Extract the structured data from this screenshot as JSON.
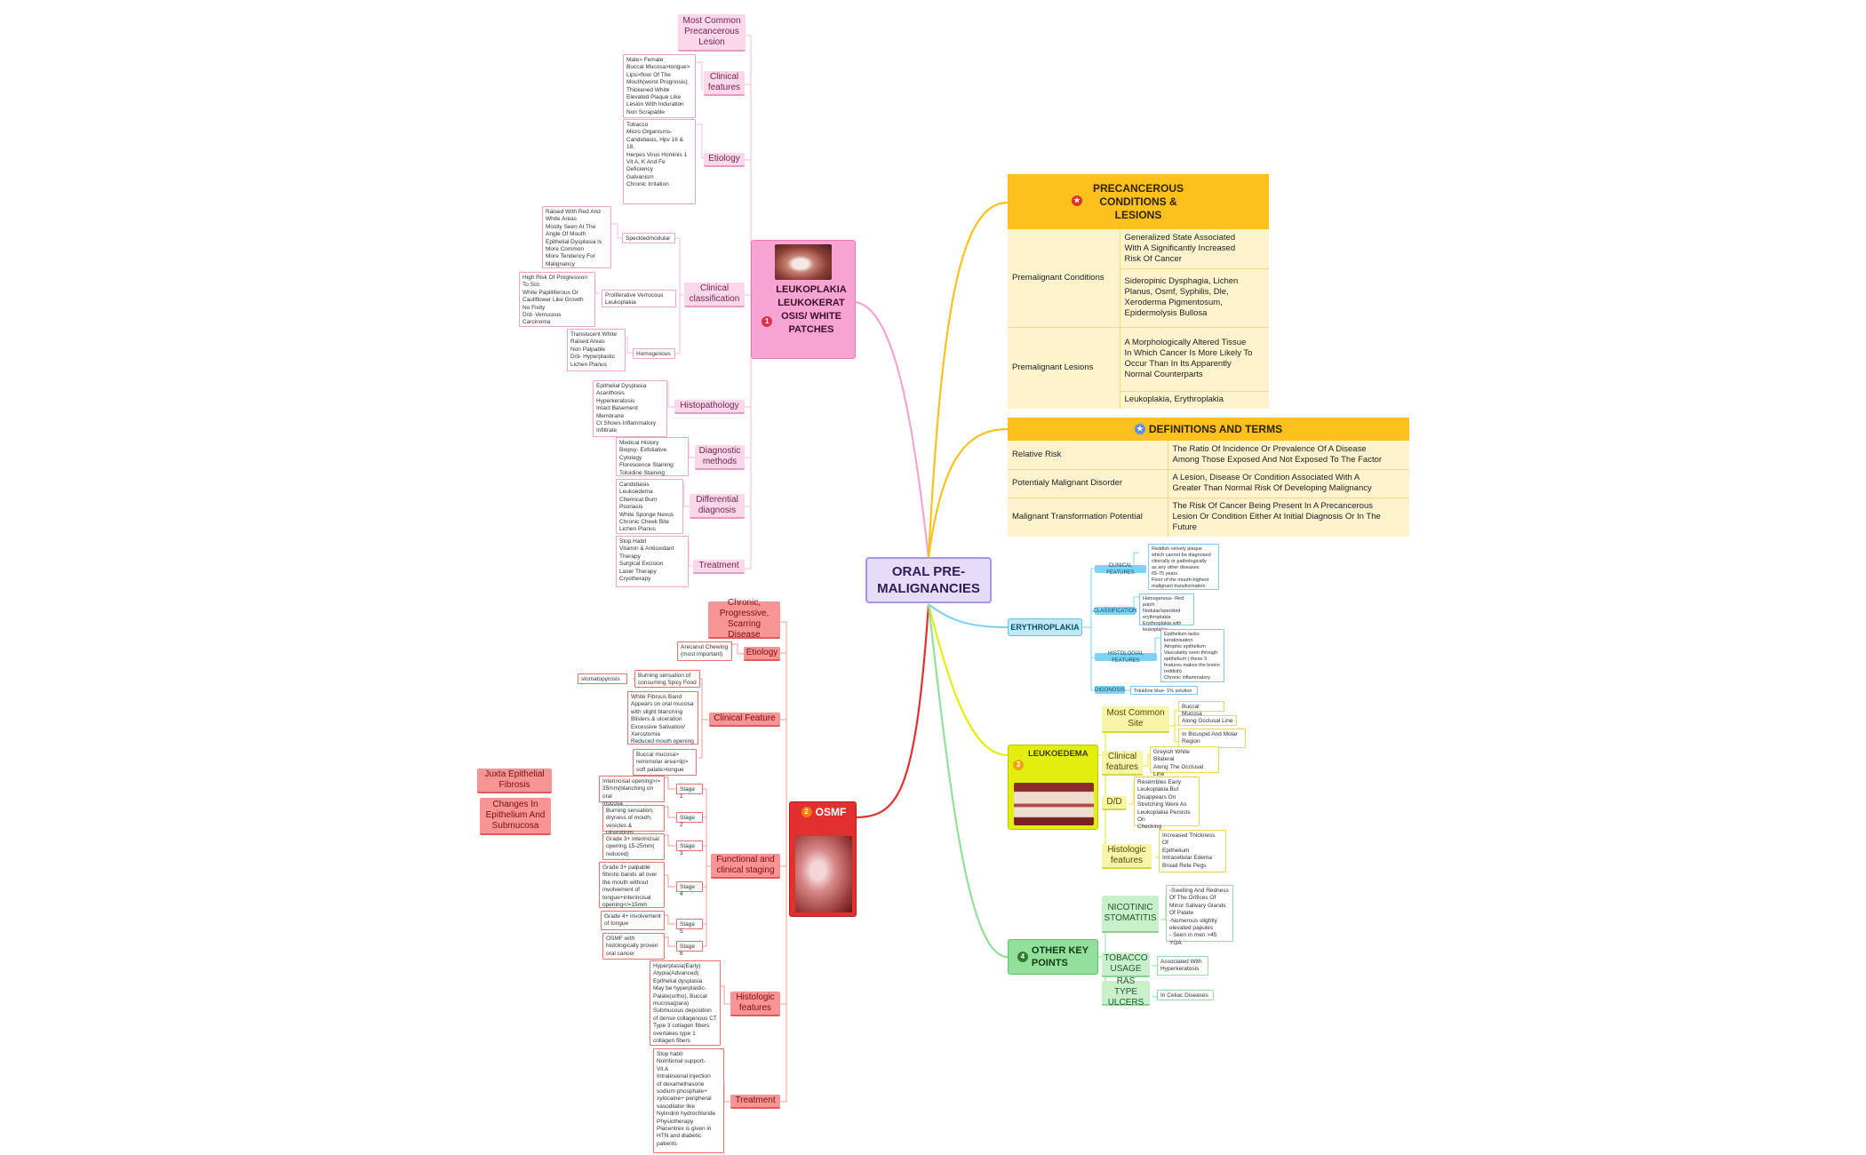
{
  "center": {
    "title": "ORAL PRE-\nMALIGNANCIES"
  },
  "colors": {
    "pink": "#f6a4d3",
    "red": "#e23030",
    "yellow": "#fcc11c",
    "blue": "#7fd3f2",
    "lime": "#e2ef0e",
    "green": "#92e09b",
    "purple": "#e5dcf8"
  },
  "leukoplakia": {
    "badge": "1",
    "title": "LEUKOPLAKIA\nLEUKOKERAT\nOSIS/ WHITE\nPATCHES",
    "most_common": "Most Common\nPrecancerous\nLesion",
    "clinical_features": {
      "label": "Clinical\nfeatures",
      "note": "Male> Female\nBuccal Mucosa>tongue>\nLips>floor Of The\nMouth(worst Prognosis)\nThickened White\nElevated Plaque Like\nLesion With Induration\nNon Scrapable"
    },
    "etiology": {
      "label": "Etiology",
      "note": "Tobacco\nMicro Organisms-\nCandidiasis, Hpv 16 & 18,\nHerpes Virus Hominis 1\nVit A, K And Fe\nDeficiency\nGalvanism\nChronic Irritation"
    },
    "clinical_classification": {
      "label": "Clinical\nclassification",
      "types": [
        {
          "name": "Speckled/nodular",
          "note": "Raised With Red And\nWhite Areas\nMostly Seen At The\nAngle Of Mouth\nEpithelial Dysplasia Is\nMore Common\nMore Tendency For\nMalignancy"
        },
        {
          "name": "Proliferative Verrocous\nLeukoplakia",
          "note": "High Risk Of Progression\nTo Scc\nWhite Papilliferous Or\nCauliflower Like Growth\nNo Fixity\nD/d- Verrucous\nCarcinoma"
        },
        {
          "name": "Homogenous",
          "note": "Translucent White\nRaised Areas\nNon Palpable\nD/d- Hyperplastic\nLichen Planus"
        }
      ]
    },
    "histopathology": {
      "label": "Histopathology",
      "note": "Epithelial Dysplasia\nAcanthosis\nHyperkeratosis\nIntact Basement\nMembrane\nCt Shows Inflammatory\nInfiltrate"
    },
    "diagnostic": {
      "label": "Diagnostic\nmethods",
      "note": "Medical History\nBiopsy- Exfoliative\nCytology\nFlorescence Staining\nToluidine Staining"
    },
    "differential": {
      "label": "Differential\ndiagnosis",
      "note": "Candidiasis\nLeukoedema\nChemical Burn\nPsoriasis\nWhite Sponge Nevus\nChronic Cheek Bite\nLichen Planus"
    },
    "treatment": {
      "label": "Treatment",
      "note": "Stop Habit\nVitamin & Antioxidant\nTherapy\nSurgical Excision\nLaser Therapy\nCryotherapy"
    }
  },
  "osmf": {
    "badge": "2",
    "title": "OSMF",
    "chronic": "Chronic,\nProgressive,\nScarring Disease",
    "etiology": {
      "label": "Etiology",
      "note": "Arecanut Chewing\n(most important)"
    },
    "clinical_feature": {
      "label": "Clinical Feature",
      "burning": "Burning sensation of\nconsuming Spicy Food",
      "stomatopyrosis": "stomatopyrosis",
      "note1": "White Fibrous Band\nAppears on oral mucosa\nwith slight blanching\nBlisters & ulceration\nExcessive Salivation/\nXerostomia\nReduced mouth opening",
      "note2": "Buccal mucosa>\nretromolar area>lip>\nsoft palate>tongue"
    },
    "staging": {
      "label": "Functional and\nclinical staging",
      "stages": [
        {
          "name": "Stage 1",
          "note": "Interincisal opening>/=\n35mm(blanching on oral\nmucosa"
        },
        {
          "name": "Stage 2",
          "note": "Burning sensation,\ndryness of mouth,\nvesicles & ulcerations"
        },
        {
          "name": "Stage 3",
          "note": "Grade 3+ interincisal\nopening  15-25mm(\nreduced)"
        },
        {
          "name": "Stage 4",
          "note": "Grade 3+ palpable\nfibrotic bands all over\nthe mouth without\ninvolvement of\ntongue+interincisal\nopening</=15mm"
        },
        {
          "name": "Stage 5",
          "note": "Grade 4+ involvement\nof tongue"
        },
        {
          "name": "Stage 6",
          "note": "OSMF with\nhistologically proven\noral cancer"
        }
      ]
    },
    "juxta": "Juxta Epithelial\nFibrosis",
    "changes": "Changes In\nEpithelium And\nSubmucosa",
    "histologic": {
      "label": "Histologic\nfeatures",
      "note": "Hyperplasia(Early)\nAtypia(Advanced)\nEpithelial dysplasia\nMay be hyperplastic-\nPalate(ortho), Buccal\nmucosa(para)\nSubmucous deposition\nof dense collagenous CT\nType 3 collagen fibers\novertakes type 1\ncollagen fibers"
    },
    "treatment": {
      "label": "Treatment",
      "note": "Stop habit\nNutritional support-\nVit A\nIntralesional injection\nof dexamethasone\nsodium phosphate+\nxylocaine+ peripheral\nvasodilator like\nNylindrin hydrochloride\nPhysiotherapy\nPlacentrex is given in\nHTN and diabetic\npatients"
    }
  },
  "precancerous": {
    "title": "PRECANCEROUS\nCONDITIONS &\nLESIONS",
    "rows": [
      {
        "term": "Premalignant Conditions",
        "def": "Generalized State Associated\nWith A Significantly Increased\nRisk Of Cancer",
        "eg": "Sideropinic Dysphagia, Lichen\nPlanus, Osmf, Syphilis, Dle,\nXeroderma Pigmentosum,\nEpidermolysis Bullosa"
      },
      {
        "term": "Premalignant Lesions",
        "def": "A Morphologically Altered Tissue\nIn Which Cancer Is More Likely To\nOccur Than In Its Apparently\nNormal Counterparts",
        "eg": "Leukoplakia, Erythroplakia"
      }
    ]
  },
  "definitions": {
    "title": "DEFINITIONS AND TERMS",
    "rows": [
      {
        "term": "Relative Risk",
        "def": "The Ratio Of Incidence Or Prevalence Of A Disease\nAmong Those Exposed And Not Exposed To The Factor"
      },
      {
        "term": "Potentialy Malignant Disorder",
        "def": "A Lesion, Disease Or Condition Associated With A\nGreater Than Normal Risk Of Developing Malignancy"
      },
      {
        "term": "Malignant Transformation Potential",
        "def": "The Risk Of Cancer Being Present In A Precancerous\nLesion Or Condition Either At Initial Diagnosis Or In The\nFuture"
      }
    ]
  },
  "erythroplakia": {
    "title": "ERYTHROPLAKIA",
    "items": [
      {
        "label": "CLINICAL FEATURES",
        "note": "Reddish velvety plaque\nwhich cannot be diagnosed\nclinically or pathologically\nas any other diseases\n65-75 years\nFloor of the mouth-highest\nmalignant transformation"
      },
      {
        "label": "CLASSIFICATION",
        "note": "Homogenous- Red patch\nNodular/speckled\nerythroplakia\nErythroplakia with\nleukoplakia"
      },
      {
        "label": "HISTOLOGIAL FEATURES",
        "note": "Epithelium lacks\nkeratinisation\nAtrophic epithelium\nVascularity seen through\nepithelium ( these 3\nfeatures makes the lesion\nreddish)\nChronic inflammatory"
      },
      {
        "label": "DIGONOSIS",
        "note": "Toluidine blue- 1% solution"
      }
    ]
  },
  "leukoedema": {
    "badge": "3",
    "title": "LEUKOEDEMA",
    "site": {
      "label": "Most Common\nSite",
      "notes": [
        "Buccal Mucosa",
        "Along Occlusal Line",
        "In Bicuspid And Molar\nRegion"
      ]
    },
    "clinical": {
      "label": "Clinical\nfeatures",
      "note": "Greyish White\nBilateral\nAlong The Occlusal Line"
    },
    "dd": {
      "label": "D/D",
      "note": "Resembles Early\nLeukoplakia But\nDisappears On\nStretching Were As\nLeukoplakia Persists On\nChecking"
    },
    "histologic": {
      "label": "Histologic\nfeatures",
      "note": "Increased Thickness Of\nEpithelium\nIntracellular Edema\nBroad Rete Pegs"
    }
  },
  "other": {
    "badge": "4",
    "title": "OTHER KEY\nPOINTS",
    "nicotinic": {
      "label": "NICOTINIC\nSTOMATITIS",
      "note": "-Swelling And Redness\nOf The Orifices Of\nMinor Salivary Glands\nOf Palate\n-Numerous slightly\nelevated papules\n- Seen in men >45 YOA"
    },
    "tobacco": {
      "label": "TOBACCO\nUSAGE",
      "note": "Associated With\nHyperkeratosis"
    },
    "ras": {
      "label": "RAS TYPE\nULCERS",
      "note": "In Celiac Diseases"
    }
  }
}
